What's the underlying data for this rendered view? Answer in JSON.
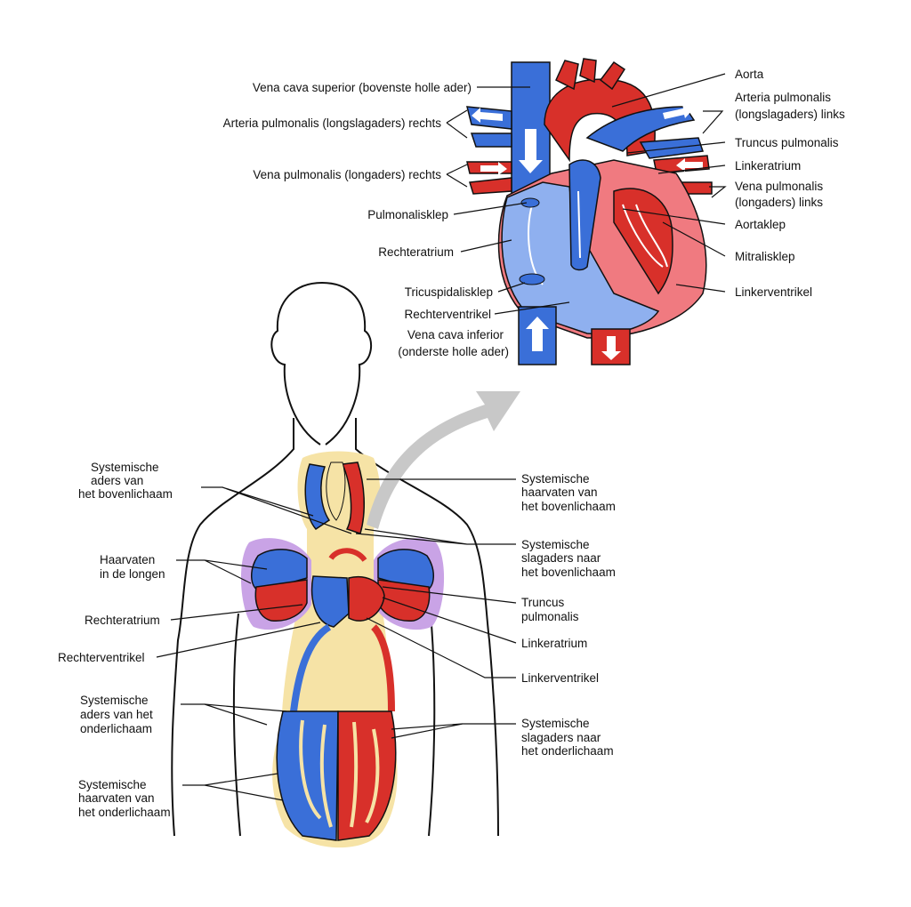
{
  "colors": {
    "venous": "#3a6fd8",
    "venous_light": "#8fb0ef",
    "arterial": "#d8302a",
    "arterial_light": "#f07a80",
    "lung_glow": "#c9a3e6",
    "body_glow": "#f6e3a6",
    "pointer_arrow": "#c8c8c8"
  },
  "heart_labels": {
    "aorta": "Aorta",
    "vena_cava_superior": "Vena cava superior (bovenste holle ader)",
    "art_pulm_rechts": "Arteria pulmonalis (longslagaders) rechts",
    "art_pulm_links_1": "Arteria pulmonalis",
    "art_pulm_links_2": "(longslagaders) links",
    "truncus_pulmonalis": "Truncus pulmonalis",
    "vena_pulm_rechts": "Vena pulmonalis (longaders) rechts",
    "linkeratrium": "Linkeratrium",
    "vena_pulm_links_1": "Vena pulmonalis",
    "vena_pulm_links_2": "(longaders) links",
    "pulmonalisklep": "Pulmonalisklep",
    "aortaklep": "Aortaklep",
    "rechteratrium": "Rechteratrium",
    "mitralisklep": "Mitralisklep",
    "tricuspidalisklep": "Tricuspidalisklep",
    "linkerventrikel": "Linkerventrikel",
    "rechterventrikel": "Rechterventrikel",
    "vena_cava_inferior_1": "Vena cava inferior",
    "vena_cava_inferior_2": "(onderste holle ader)"
  },
  "body_labels": {
    "sys_aders_boven_1": "Systemische",
    "sys_aders_boven_2": "aders van",
    "sys_aders_boven_3": "het bovenlichaam",
    "sys_haarvaten_boven_1": "Systemische",
    "sys_haarvaten_boven_2": "haarvaten van",
    "sys_haarvaten_boven_3": "het bovenlichaam",
    "sys_slagaders_boven_1": "Systemische",
    "sys_slagaders_boven_2": "slagaders naar",
    "sys_slagaders_boven_3": "het bovenlichaam",
    "haarvaten_longen_1": "Haarvaten",
    "haarvaten_longen_2": "in de longen",
    "truncus_1": "Truncus",
    "truncus_2": "pulmonalis",
    "rechteratrium": "Rechteratrium",
    "linkeratrium": "Linkeratrium",
    "rechterventrikel": "Rechterventrikel",
    "linkerventrikel": "Linkerventrikel",
    "sys_aders_onder_1": "Systemische",
    "sys_aders_onder_2": "aders van het",
    "sys_aders_onder_3": "onderlichaam",
    "sys_slagaders_onder_1": "Systemische",
    "sys_slagaders_onder_2": "slagaders naar",
    "sys_slagaders_onder_3": "het onderlichaam",
    "sys_haarvaten_onder_1": "Systemische",
    "sys_haarvaten_onder_2": "haarvaten van",
    "sys_haarvaten_onder_3": "het onderlichaam"
  }
}
